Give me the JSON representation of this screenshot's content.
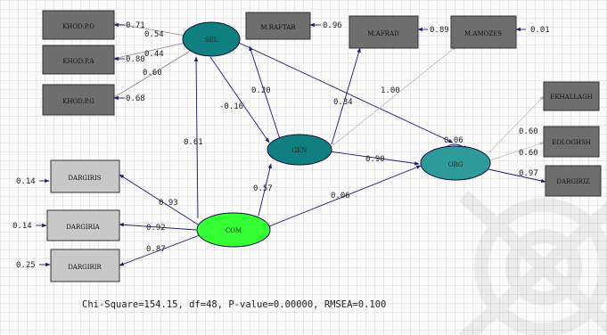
{
  "observed": {
    "khod_po": "KHOD.P.O",
    "khod_pa": "KHOD.P.A",
    "khod_pg": "KHOD.P.G",
    "m_raftar": "M.RAFTAR",
    "m_afrad": "M.AFRAD",
    "m_amozesh": "M.AMOZES",
    "ekhallagh": "EKHALLAGH",
    "eologhsh": "EOLOGHSH",
    "dargiriz": "DARGIRIZ",
    "dargiris": "DARGIRIS",
    "dargiria": "DARGIRIA",
    "dargirir": "DARGIRIR"
  },
  "latent": {
    "sel": "SEL",
    "gen": "GEN",
    "org": "ORG",
    "com": "COM"
  },
  "errors": {
    "khod_po": "0.71",
    "khod_pa": "0.80",
    "khod_pg": "0.68",
    "m_raftar": "0.96",
    "m_afrad": "0.89",
    "m_amozesh": "0.01",
    "dargiris": "0.14",
    "dargiria": "0.14",
    "dargirir": "0.25"
  },
  "loadings": {
    "sel_khod_po": "0.54",
    "sel_khod_pa": "0.44",
    "sel_khod_pg": "0.60",
    "com_dargiris": "0.93",
    "com_dargiria": "0.92",
    "com_dargirir": "0.87",
    "org_ekhallagh": "0.60",
    "org_eologhsh": "0.60",
    "org_dargiriz": "0.97",
    "gen_m_raftar": "0.20",
    "gen_m_afrad": "0.34",
    "gen_m_amozesh": "1.00"
  },
  "paths": {
    "sel_gen": "-0.16",
    "sel_org": "0.06",
    "gen_org": "0.90",
    "com_sel": "0.61",
    "com_gen": "0.57",
    "com_org": "0.06"
  },
  "fit_text": "Chi-Square=154.15, df=48, P-value=0.00000, RMSEA=0.100",
  "colors": {
    "box_dark": "#6e6e6e",
    "box_light": "#c8c8c8",
    "latent_teal": "#0f7f7f",
    "latent_org": "#2f9a9a",
    "latent_com": "#33ff33",
    "arrow": "#1a1a6e"
  }
}
